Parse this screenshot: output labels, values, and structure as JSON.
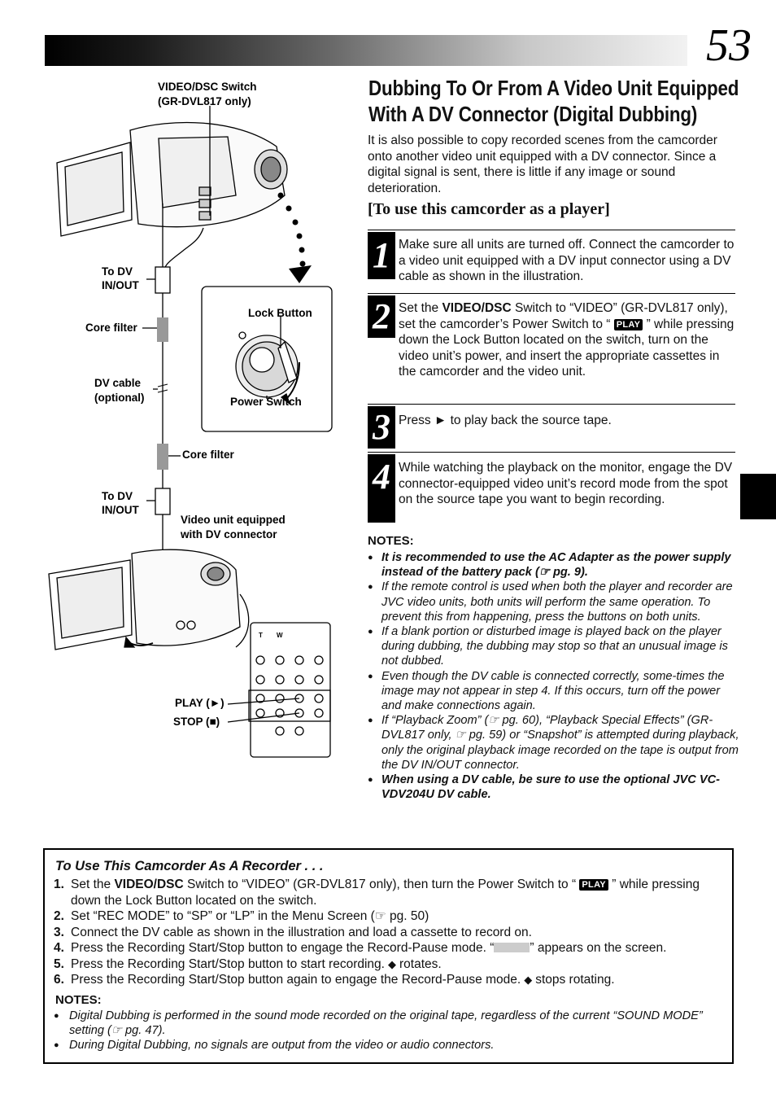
{
  "page_number": "53",
  "title": "Dubbing To Or From A Video Unit Equipped With A DV Connector (Digital Dubbing)",
  "intro": "It is also possible to copy recorded scenes from the camcorder onto another video unit equipped with a DV connector. Since a digital signal is sent, there is little if any image or sound deterioration.",
  "subheading": "[To use this camcorder as a player]",
  "steps": [
    {
      "number": "1",
      "text": "Make sure all units are turned off. Connect the camcorder to a video unit equipped with a DV input connector using a DV cable as shown in the illustration."
    },
    {
      "number": "2",
      "text_a": "Set the ",
      "text_b": "VIDEO/DSC",
      "text_c": " Switch to “VIDEO” (GR-DVL817 only), set the camcorder’s Power Switch to “ ",
      "badge": "PLAY",
      "text_d": " ” while pressing down the Lock Button located on the switch, turn on the video unit’s power, and insert the appropriate cassettes in the camcorder and the video unit."
    },
    {
      "number": "3",
      "text": "Press ► to play back the source tape."
    },
    {
      "number": "4",
      "text": "While watching the playback on the monitor, engage the DV connector-equipped video unit’s record mode from the spot on the source tape you want to begin recording."
    }
  ],
  "notes_heading": "NOTES:",
  "notes": [
    "It is recommended to use the AC Adapter as the power supply instead of the battery pack (☞ pg. 9).",
    "If the remote control is used when both the player and recorder are JVC video units, both units will perform the same operation. To prevent this from happening, press the buttons on both units.",
    "If a blank portion or disturbed image is played back on the player during dubbing, the dubbing may stop so that an unusual image is not dubbed.",
    "Even though the DV cable is connected correctly, some-times the image may not appear in step 4. If this occurs, turn off the power and make connections again.",
    "If “Playback Zoom” (☞ pg. 60), “Playback Special Effects” (GR-DVL817 only, ☞ pg. 59) or “Snapshot” is attempted during playback, only the original playback image recorded on the tape is output from the DV IN/OUT connector.",
    "When using a DV cable, be sure to use the optional JVC VC-VDV204U DV cable."
  ],
  "illustration": {
    "video_dsc_switch": "VIDEO/DSC Switch",
    "video_dsc_switch_note": "(GR-DVL817 only)",
    "to_dv_in_out_top_1": "To DV",
    "to_dv_in_out_top_2": "IN/OUT",
    "core_filter_top": "Core filter",
    "dv_cable_1": "DV cable",
    "dv_cable_2": "(optional)",
    "core_filter_bottom": "Core filter",
    "to_dv_in_out_bottom_1": "To DV",
    "to_dv_in_out_bottom_2": "IN/OUT",
    "video_unit_1": "Video unit equipped",
    "video_unit_2": "with DV connector",
    "lock_button": "Lock Button",
    "power_switch": "Power Switch",
    "play_label": "PLAY (►)",
    "stop_label": "STOP (■)",
    "remote_t": "T",
    "remote_w": "W"
  },
  "recorder_box": {
    "title": "To Use This Camcorder As A Recorder . . .",
    "items": [
      {
        "n": "1.",
        "a": "Set the ",
        "b": "VIDEO/DSC",
        "c": " Switch to “VIDEO” (GR-DVL817 only), then turn the Power Switch to “ ",
        "badge": "PLAY",
        "d": " ” while pressing down the Lock Button located on the switch."
      },
      {
        "n": "2.",
        "text": "Set “REC MODE” to “SP” or “LP” in the Menu Screen (☞ pg. 50)"
      },
      {
        "n": "3.",
        "text": "Connect the DV cable as shown in the illustration and load a cassette to record on."
      },
      {
        "n": "4.",
        "a": "Press the Recording Start/Stop button to engage the Record-Pause mode. “",
        "d": "” appears on the screen."
      },
      {
        "n": "5.",
        "a": "Press the Recording Start/Stop button to start recording.",
        "d": "rotates."
      },
      {
        "n": "6.",
        "a": "Press the Recording Start/Stop button again to engage the Record-Pause mode.",
        "d": "stops rotating."
      }
    ],
    "notes_heading": "NOTES:",
    "notes": [
      "Digital Dubbing is performed in the sound mode recorded on the original tape, regardless of the current “SOUND MODE” setting (☞ pg. 47).",
      "During Digital Dubbing, no signals are output from the video or audio connectors."
    ]
  }
}
